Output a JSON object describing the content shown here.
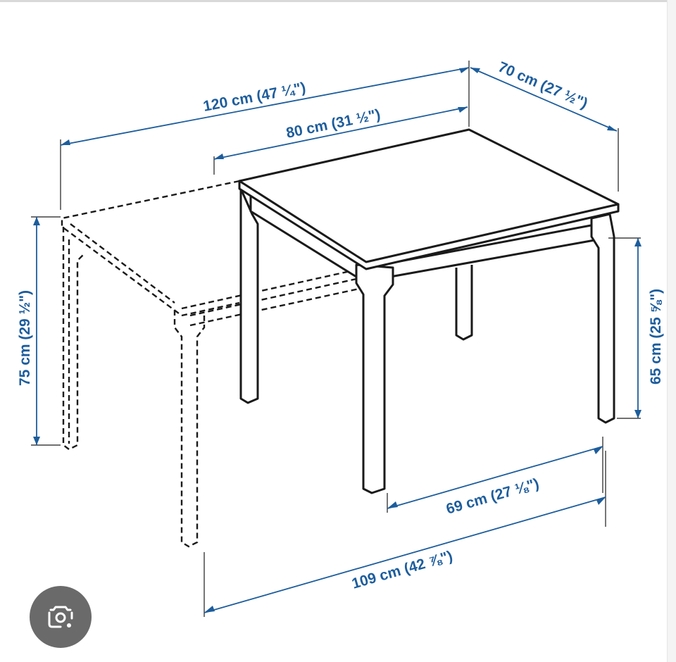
{
  "dimensions": {
    "extended_length": "120 cm (47 ¼\")",
    "top_length": "80 cm (31 ½\")",
    "depth": "70 cm (27 ½\")",
    "total_height": "75 cm (29 ½\")",
    "leg_height": "65 cm (25 ⅝\")",
    "inner_leg_span": "69 cm (27 ⅛\")",
    "outer_leg_span": "109 cm (42 ⅞\")"
  },
  "colors": {
    "dimension": "#1d5d9c",
    "ink": "#1a1a1a",
    "lens_button": "#6a6a6a"
  },
  "icons": {
    "lens": "camera-search-icon"
  }
}
